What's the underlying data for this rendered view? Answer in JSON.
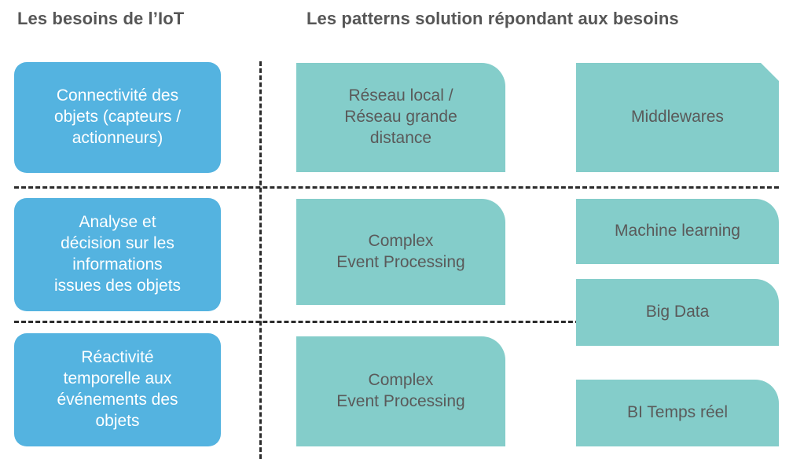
{
  "headings": {
    "left": "Les besoins de l’IoT",
    "right": "Les patterns solution répondant aux besoins"
  },
  "colors": {
    "need_box": "#54b3e0",
    "pattern_box": "#84cdca",
    "need_text": "#ffffff",
    "pattern_text": "#5a5a5a",
    "heading_text": "#565656",
    "divider": "#2b2b2b",
    "background": "#ffffff"
  },
  "needs": [
    {
      "label": "Connectivité des\nobjets (capteurs /\nactionneurs)"
    },
    {
      "label": "Analyse et\ndécision sur les\ninformations\nissues des objets"
    },
    {
      "label": "Réactivité\ntemporelle aux\névénements des\nobjets"
    }
  ],
  "patterns_middle": [
    {
      "label": "Réseau local /\nRéseau grande\ndistance"
    },
    {
      "label": "Complex\nEvent Processing"
    },
    {
      "label": "Complex\nEvent Processing"
    }
  ],
  "patterns_right": [
    {
      "label": "Middlewares"
    },
    {
      "label": "Machine learning"
    },
    {
      "label": "Big Data"
    },
    {
      "label": "BI Temps réel"
    }
  ]
}
